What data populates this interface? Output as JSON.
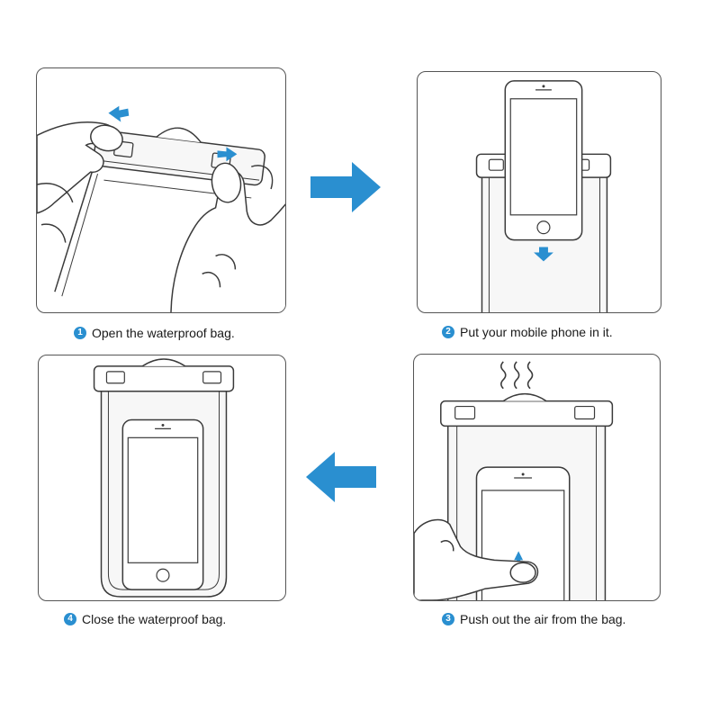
{
  "steps": [
    {
      "number": "1",
      "text": "Open the waterproof bag."
    },
    {
      "number": "2",
      "text": "Put your mobile phone in it."
    },
    {
      "number": "3",
      "text": "Push out the air from the bag."
    },
    {
      "number": "4",
      "text": "Close the waterproof bag."
    }
  ],
  "colors": {
    "accent": "#2a8fd0",
    "line": "#3a3a3a",
    "bag_fill": "#f7f7f7"
  }
}
